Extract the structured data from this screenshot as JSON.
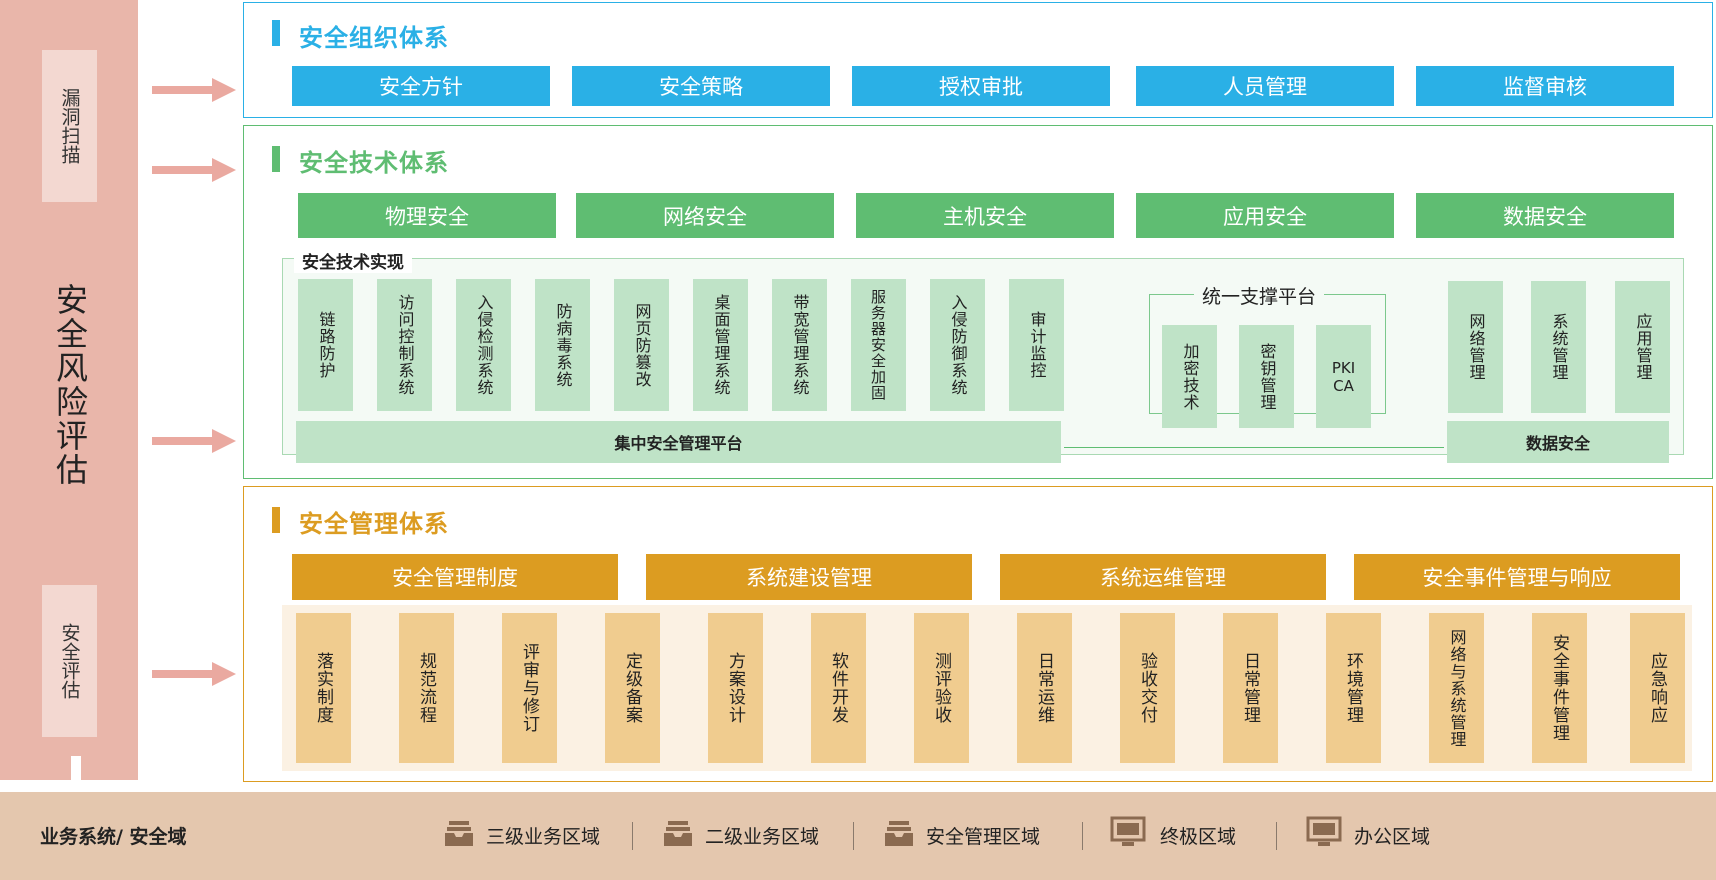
{
  "risk_column": {
    "title": "安全风险评估",
    "top_box": "漏洞扫描",
    "bottom_box": "安全评估"
  },
  "org_system": {
    "title": "安全组织体系",
    "items": [
      "安全方针",
      "安全策略",
      "授权审批",
      "人员管理",
      "监督审核"
    ]
  },
  "tech_system": {
    "title": "安全技术体系",
    "items": [
      "物理安全",
      "网络安全",
      "主机安全",
      "应用安全",
      "数据安全"
    ],
    "impl_title": "安全技术实现",
    "impl_tiles": [
      "链路防护",
      "访问控制系统",
      "入侵检测系统",
      "防病毒系统",
      "网页防篡改",
      "桌面管理系统",
      "带宽管理系统",
      "服务器安全加固",
      "入侵防御系统",
      "审计监控"
    ],
    "central_platform": "集中安全管理平台",
    "support_title": "统一支撑平台",
    "support_tiles": [
      "加密技术",
      "密钥管理",
      "PKI CA"
    ],
    "data_tiles": [
      "网络管理",
      "系统管理",
      "应用管理"
    ],
    "data_security": "数据安全"
  },
  "mgmt_system": {
    "title": "安全管理体系",
    "items": [
      "安全管理制度",
      "系统建设管理",
      "系统运维管理",
      "安全事件管理与响应"
    ],
    "tiles": [
      "落实制度",
      "规范流程",
      "评审与修订",
      "定级备案",
      "方案设计",
      "软件开发",
      "测评验收",
      "日常运维",
      "验收交付",
      "日常管理",
      "环境管理",
      "网络与系统管理",
      "安全事件管理",
      "应急响应"
    ]
  },
  "bottom": {
    "label": "业务系统/ 安全域",
    "zones": [
      {
        "label": "三级业务区域",
        "icon": "tray-icon"
      },
      {
        "label": "二级业务区域",
        "icon": "tray-icon"
      },
      {
        "label": "安全管理区域",
        "icon": "tray-icon"
      },
      {
        "label": "终极区域",
        "icon": "monitor-icon"
      },
      {
        "label": "办公区域",
        "icon": "monitor-icon"
      }
    ]
  },
  "colors": {
    "org": "#2ab0e6",
    "tech": "#5fbd72",
    "mgmt": "#dc9c21",
    "risk": "#e9b6aa",
    "bottom": "#e4c7ae"
  }
}
